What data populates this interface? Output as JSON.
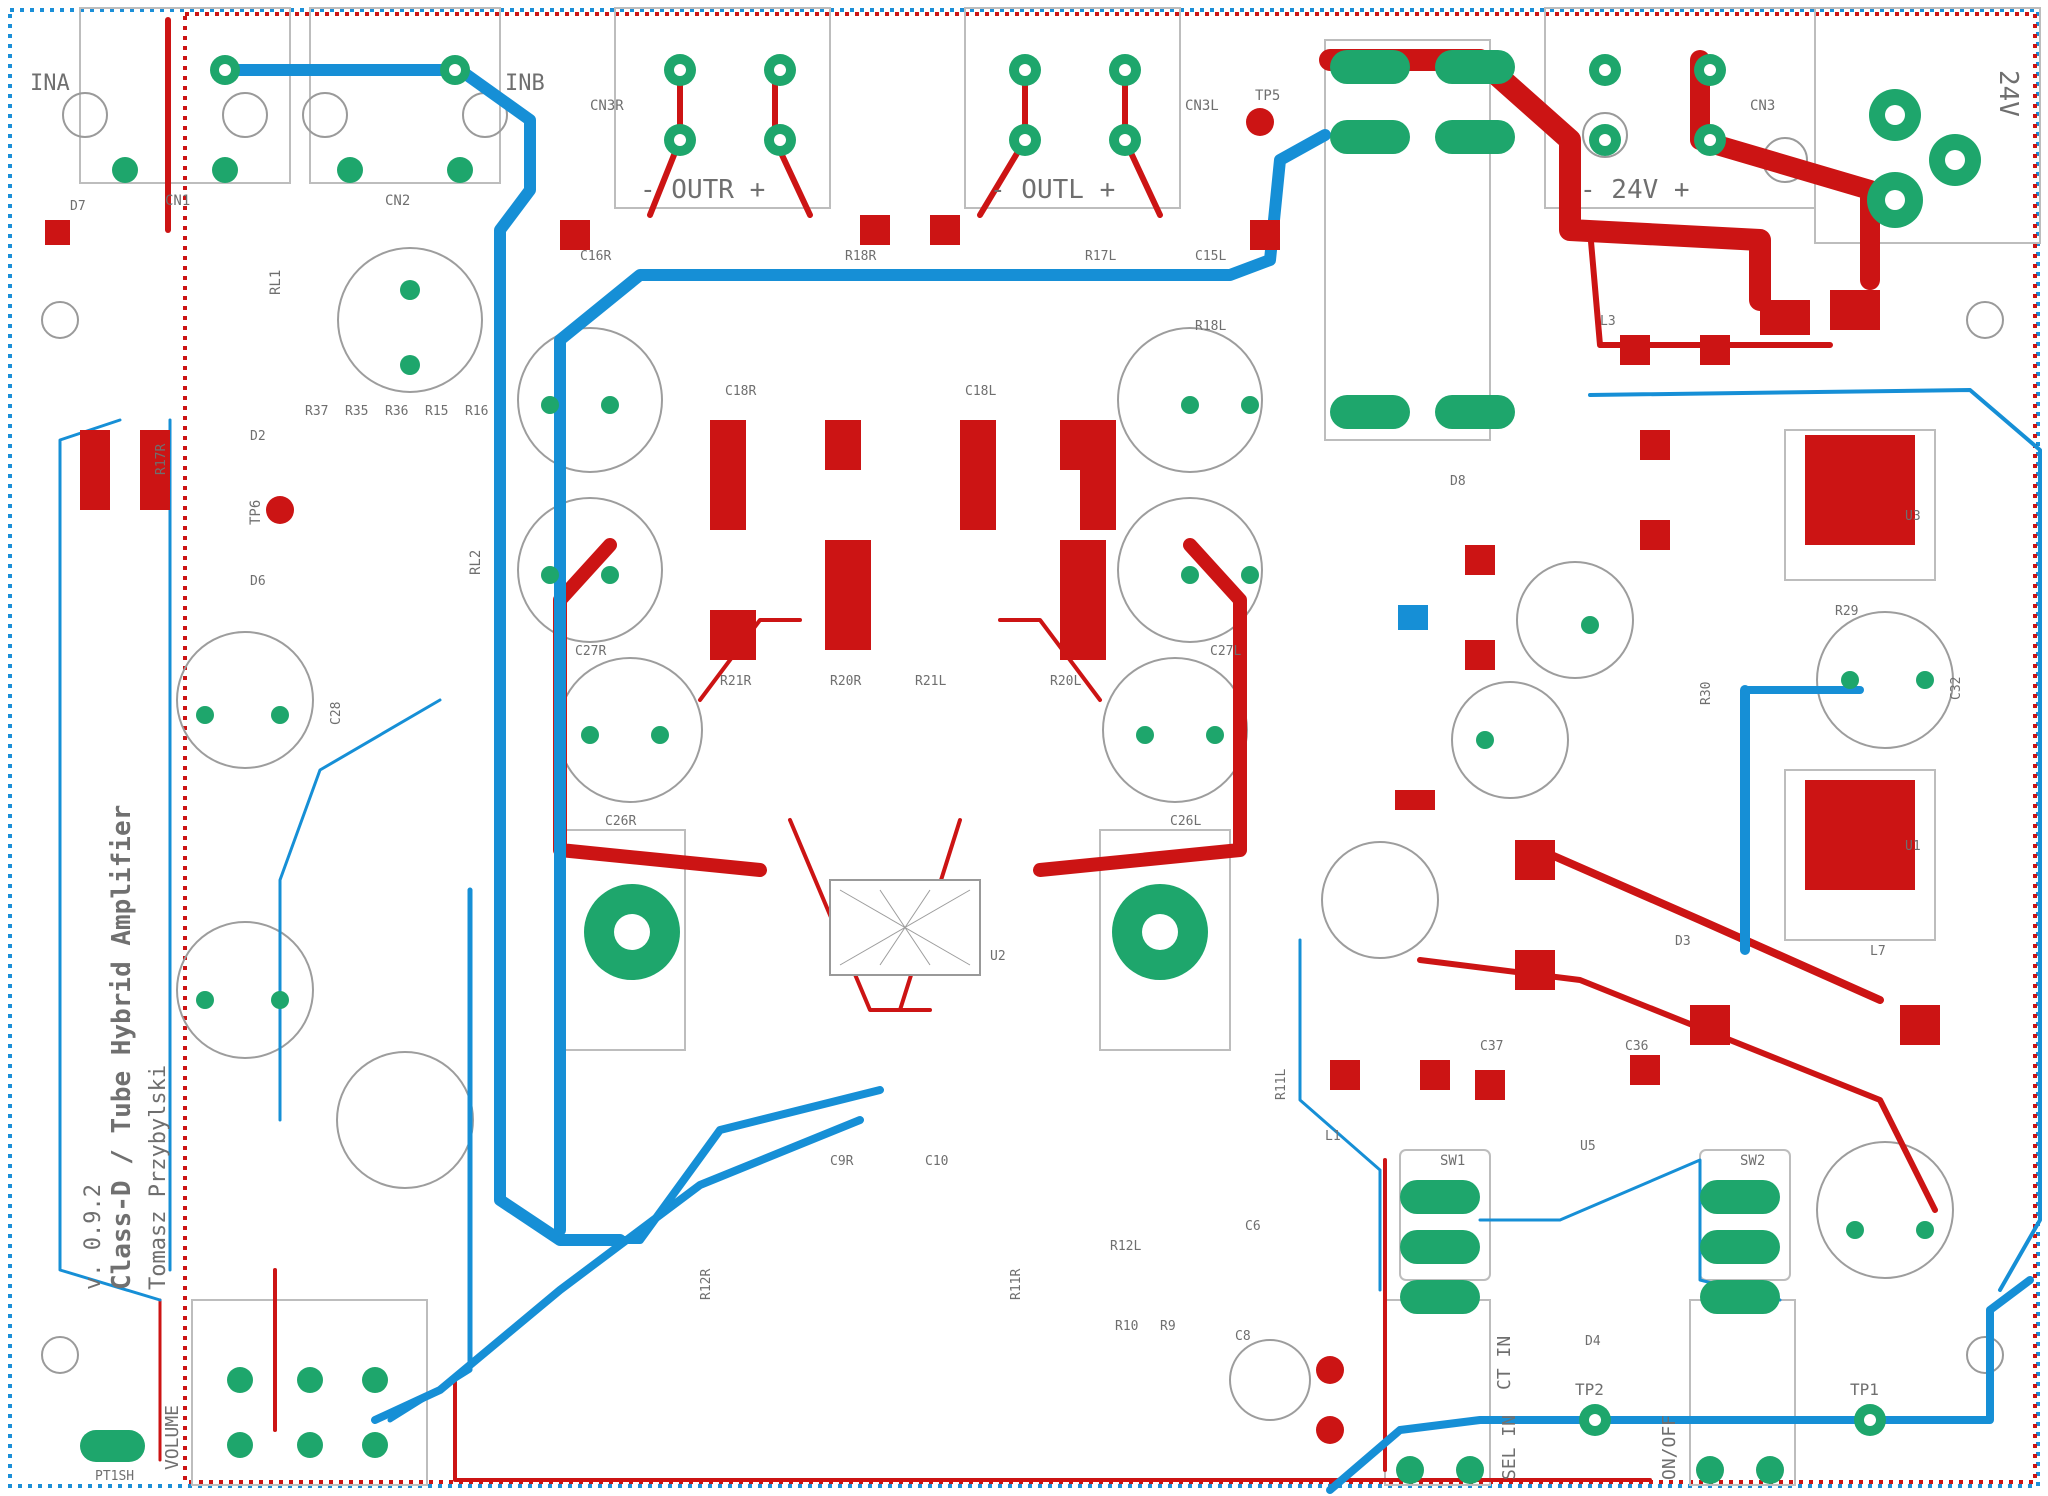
{
  "board": {
    "title": "Class-D / Tube Hybrid Amplifier",
    "author": "Tomasz Przybylski",
    "version": "v. 0.9.2"
  },
  "colors": {
    "background": "#ffffff",
    "silkscreen": "#8a8a8a",
    "top_copper": "#cc1414",
    "bottom_copper": "#168fd6",
    "pad_ring": "#1ea66c",
    "outline": "#bfbfbf"
  },
  "connectors": {
    "ina": "INA",
    "inb": "INB",
    "cn1": "CN1",
    "cn2": "CN2",
    "cn3": "CN3",
    "cn3r": "CN3R",
    "cn3l": "CN3L",
    "outr": "- OUTR +",
    "outl": "- OUTL +",
    "v24_label": "- 24V +",
    "v24_title": "24V",
    "volume": "VOLUME",
    "sel_in": "SEL IN",
    "ct_in": "CT IN",
    "on_off": "ON/OFF",
    "sw1": "SW1",
    "sw2": "SW2",
    "p1": "PT1SH"
  },
  "testpoints": {
    "tp1": "TP1",
    "tp2": "TP2",
    "tp5": "TP5",
    "tp6": "TP6"
  },
  "components": {
    "rl1": "RL1",
    "rl2": "RL2",
    "d2": "D2",
    "d3": "D3",
    "d4": "D4",
    "d6": "D6",
    "d7": "D7",
    "d8": "D8",
    "u1": "U1",
    "u2": "U2",
    "u3": "U3",
    "u5": "U5",
    "l1": "L1",
    "l3": "L3",
    "l7": "L7",
    "c26r": "C26R",
    "c26l": "C26L",
    "c27r": "C27R",
    "c27l": "C27L",
    "c28": "C28",
    "c32": "C32",
    "c36": "C36",
    "c37": "C37",
    "c6": "C6",
    "c8": "C8",
    "c10": "C10",
    "c9r": "C9R",
    "c18r": "C18R",
    "c18l": "C18L",
    "c16r": "C16R",
    "c15l": "C15L",
    "r20r": "R20R",
    "r21l": "R21L",
    "r21r": "R21R",
    "r20l": "R20L",
    "r18r": "R18R",
    "r18l": "R18L",
    "r17l": "R17L",
    "r17r": "R17R",
    "r29": "R29",
    "r30": "R30",
    "r11l": "R11L",
    "r9": "R9",
    "r10": "R10",
    "r12r": "R12R",
    "r11r": "R11R",
    "r12l": "R12L",
    "r37": "R37",
    "r35": "R35",
    "r36": "R36",
    "r15": "R15",
    "r16": "R16"
  }
}
